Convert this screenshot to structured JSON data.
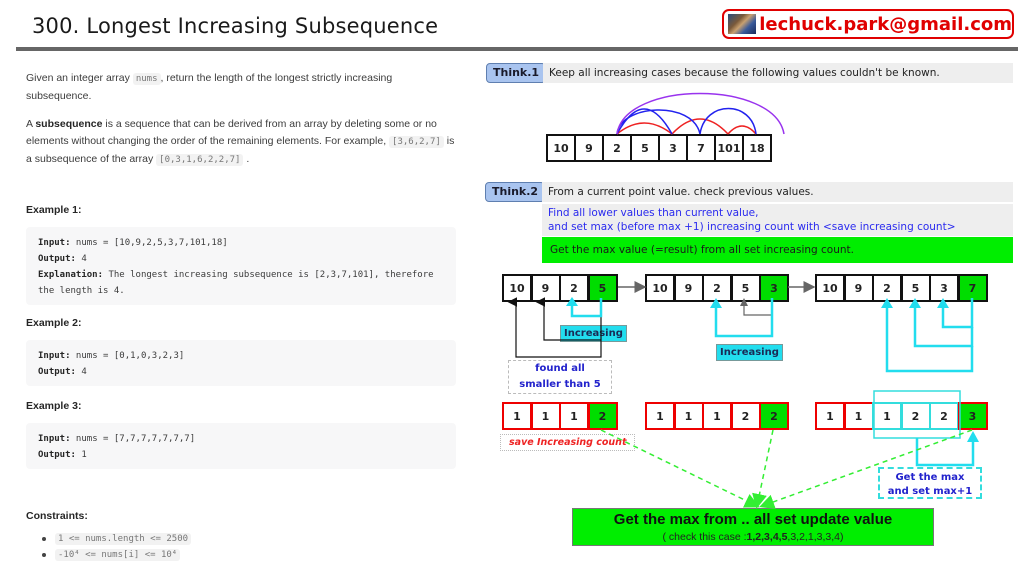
{
  "header": {
    "title": "300. Longest Increasing Subsequence",
    "email": "lechuck.park@gmail.com",
    "avatar_icon": "avatar-image"
  },
  "problem": {
    "p1_before": "Given an integer array ",
    "p1_code": "nums",
    "p1_after": ", return the length of the longest strictly increasing subsequence.",
    "p2_a": "A ",
    "p2_bold": "subsequence",
    "p2_b": " is a sequence that can be derived from an array by deleting some or no elements without changing the order of the remaining elements. For example, ",
    "p2_code1": "[3,6,2,7]",
    "p2_c": " is a subsequence of the array ",
    "p2_code2": "[0,3,1,6,2,2,7]",
    "p2_d": " ."
  },
  "examples": [
    {
      "title": "Example 1:",
      "input_label": "Input:",
      "input_value": " nums = [10,9,2,5,3,7,101,18]",
      "output_label": "Output:",
      "output_value": " 4",
      "explanation_label": "Explanation:",
      "explanation_value": " The longest increasing subsequence is [2,3,7,101], therefore the length is 4."
    },
    {
      "title": "Example 2:",
      "input_label": "Input:",
      "input_value": " nums = [0,1,0,3,2,3]",
      "output_label": "Output:",
      "output_value": " 4"
    },
    {
      "title": "Example 3:",
      "input_label": "Input:",
      "input_value": " nums = [7,7,7,7,7,7,7]",
      "output_label": "Output:",
      "output_value": " 1"
    }
  ],
  "constraints": {
    "title": "Constraints:",
    "items": [
      "1 <= nums.length <= 2500",
      "-10⁴ <= nums[i] <= 10⁴"
    ]
  },
  "think1": {
    "label": "Think.1",
    "text": "Keep all increasing cases because the following values couldn't be known.",
    "array": [
      "10",
      "9",
      "2",
      "5",
      "3",
      "7",
      "101",
      "18"
    ],
    "arc_colors": {
      "red": "#ee2222",
      "blue": "#2222ee",
      "purple": "#9933ee"
    }
  },
  "think2": {
    "label": "Think.2",
    "text": "From a current point value. check previous values.",
    "blue_line1": "Find all lower values than current value,",
    "blue_line2": "and set max (before max +1) increasing count with <save increasing count>",
    "green_text": "Get the max value (=result) from all set increasing count."
  },
  "steps": [
    {
      "values": [
        "10",
        "9",
        "2",
        "5"
      ],
      "counts": [
        "1",
        "1",
        "1",
        "2"
      ]
    },
    {
      "values": [
        "10",
        "9",
        "2",
        "5",
        "3"
      ],
      "counts": [
        "1",
        "1",
        "1",
        "2",
        "2"
      ]
    },
    {
      "values": [
        "10",
        "9",
        "2",
        "5",
        "3",
        "7"
      ],
      "counts": [
        "1",
        "1",
        "1",
        "2",
        "2",
        "3"
      ]
    }
  ],
  "annotations": {
    "increasing_1": "Increasing",
    "increasing_2": "Increasing",
    "found_line1": "found all",
    "found_line2": "smaller than 5",
    "save_label": "save Increasing count",
    "getmax_line1": "Get the max",
    "getmax_line2": "and set max+1"
  },
  "final": {
    "main": "Get the max from .. all set update value",
    "sub_prefix": "( check this case :",
    "sub_bold": "1,2,3,4,5",
    "sub_suffix": ",3,2,1,3,3,4)"
  },
  "colors": {
    "accent_red": "#e00000",
    "green": "#00ee00",
    "cyan": "#22ddee",
    "think_label_bg": "#a9c4ef"
  }
}
